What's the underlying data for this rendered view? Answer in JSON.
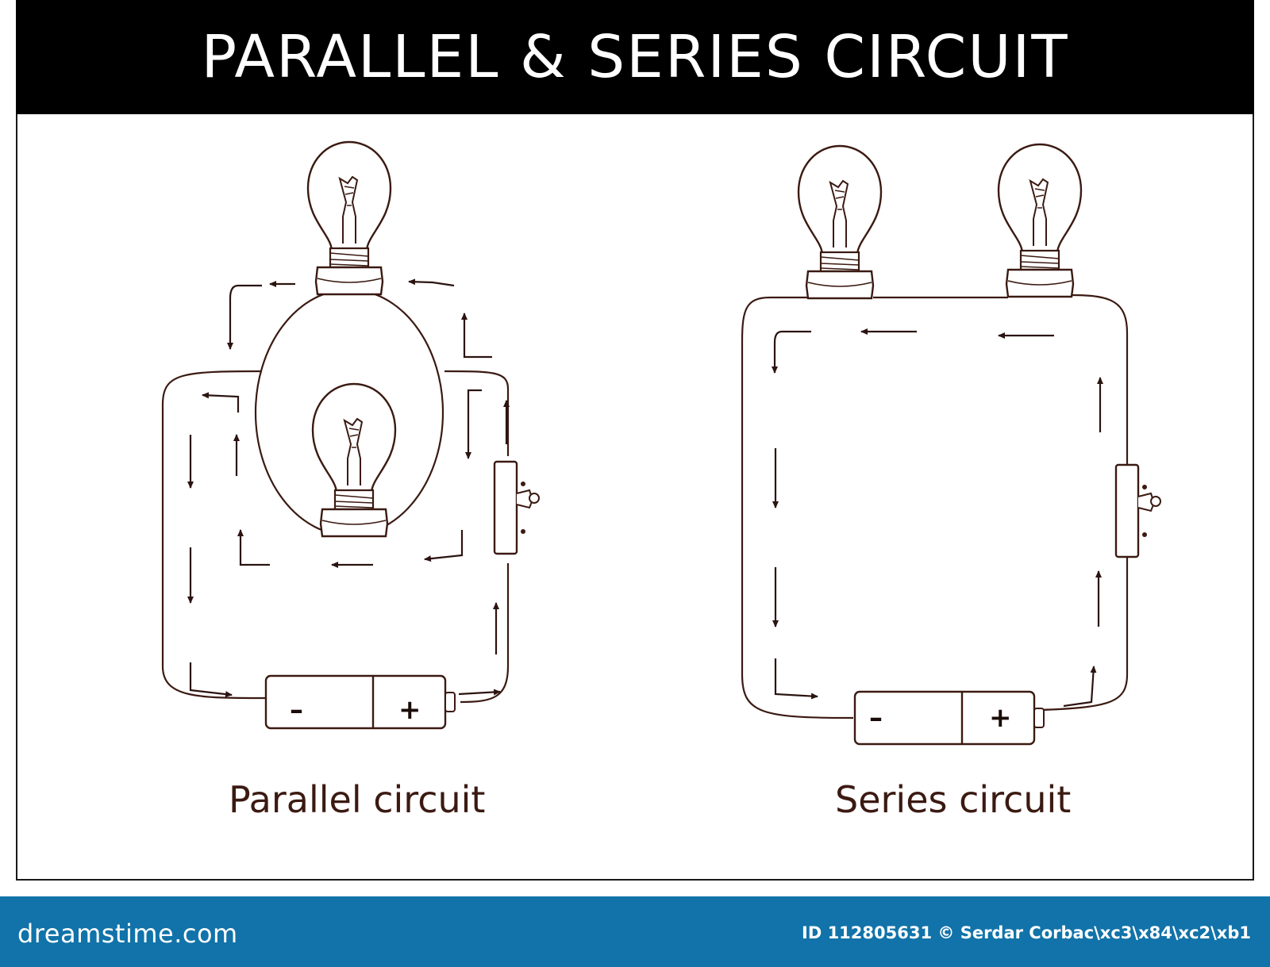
{
  "title": "PARALLEL & SERIES CIRCUIT",
  "diagrams": [
    {
      "caption": "Parallel circuit",
      "battery": {
        "negative": "–",
        "positive": "+"
      },
      "bulbs": 2,
      "switch": true
    },
    {
      "caption": "Series circuit",
      "battery": {
        "negative": "–",
        "positive": "+"
      },
      "bulbs": 2,
      "switch": true
    }
  ],
  "footer": {
    "brand": "dreamstime.com",
    "credit": "ID 112805631 © Serdar Corbac\\xc3\\x84\\xc2\\xb1"
  },
  "colors": {
    "title_bar": "#000000",
    "line_art": "#3b1a12",
    "footer_bar": "#1173a9"
  }
}
